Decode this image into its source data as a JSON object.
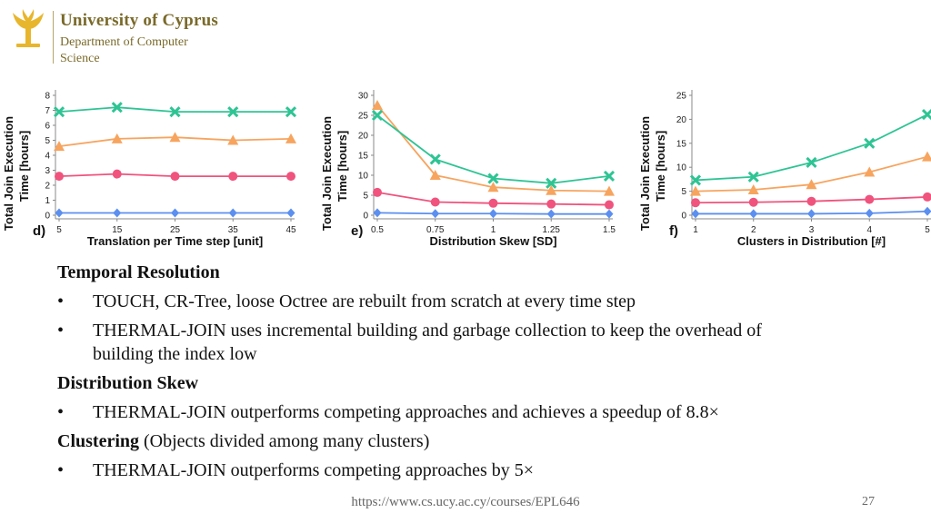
{
  "header": {
    "university": "University of Cyprus",
    "department_line1": "Department of Computer",
    "department_line2": "Science",
    "brand_color": "#7a6a2a",
    "logo_icon": "ucy-logo-icon"
  },
  "series_colors": [
    "#2ec494",
    "#f7a45f",
    "#f0537d",
    "#5b8ff0"
  ],
  "series_markers": [
    "x",
    "triangle",
    "circle",
    "diamond"
  ],
  "chart_data": [
    {
      "type": "line",
      "panel": "d)",
      "xlabel": "Translation per Time step [unit]",
      "ylabel_line1": "Total Join Execution",
      "ylabel_line2": "Time [hours]",
      "x": [
        5,
        15,
        25,
        35,
        45
      ],
      "x_ticks": [
        "5",
        "15",
        "25",
        "35",
        "45"
      ],
      "ylim": [
        0,
        8
      ],
      "y_ticks": [
        "0",
        "1",
        "2",
        "3",
        "4",
        "5",
        "6",
        "7",
        "8"
      ],
      "series": [
        {
          "values": [
            6.9,
            7.2,
            6.9,
            6.9,
            6.9
          ]
        },
        {
          "values": [
            4.6,
            5.1,
            5.2,
            5.0,
            5.1
          ]
        },
        {
          "values": [
            2.6,
            2.75,
            2.6,
            2.6,
            2.6
          ]
        },
        {
          "values": [
            0.15,
            0.15,
            0.15,
            0.15,
            0.15
          ]
        }
      ]
    },
    {
      "type": "line",
      "panel": "e)",
      "xlabel": "Distribution Skew [SD]",
      "ylabel_line1": "Total Join Execution",
      "ylabel_line2": "Time [hours]",
      "x": [
        0.5,
        0.75,
        1,
        1.25,
        1.5
      ],
      "x_ticks": [
        "0.5",
        "0.75",
        "1",
        "1.25",
        "1.5"
      ],
      "ylim": [
        0,
        30
      ],
      "y_ticks": [
        "0",
        "5",
        "10",
        "15",
        "20",
        "25",
        "30"
      ],
      "series": [
        {
          "values": [
            25,
            14,
            9.2,
            8.0,
            9.8
          ]
        },
        {
          "values": [
            27.5,
            10,
            7.0,
            6.2,
            6.0
          ]
        },
        {
          "values": [
            5.7,
            3.3,
            3.0,
            2.8,
            2.6
          ]
        },
        {
          "values": [
            0.6,
            0.4,
            0.4,
            0.3,
            0.3
          ]
        }
      ]
    },
    {
      "type": "line",
      "panel": "f)",
      "xlabel": "Clusters in Distribution [#]",
      "ylabel_line1": "Total Join Execution",
      "ylabel_line2": "Time [hours]",
      "x": [
        1,
        2,
        3,
        4,
        5
      ],
      "x_ticks": [
        "1",
        "2",
        "3",
        "4",
        "5"
      ],
      "ylim": [
        0,
        25
      ],
      "y_ticks": [
        "0",
        "5",
        "10",
        "15",
        "20",
        "25"
      ],
      "series": [
        {
          "values": [
            7.3,
            8.0,
            11.0,
            15.0,
            21.0
          ]
        },
        {
          "values": [
            5.0,
            5.3,
            6.4,
            9.0,
            12.2
          ]
        },
        {
          "values": [
            2.6,
            2.7,
            2.9,
            3.3,
            3.8
          ]
        },
        {
          "values": [
            0.3,
            0.3,
            0.3,
            0.4,
            0.8
          ]
        }
      ]
    }
  ],
  "content": {
    "h1": "Temporal Resolution",
    "b1": "TOUCH, CR-Tree, loose Octree are rebuilt from scratch at every time step",
    "b2_line1": "THERMAL-JOIN uses incremental building and garbage collection to keep the overhead of",
    "b2_line2": "building the index low",
    "h2": "Distribution Skew",
    "b3": "THERMAL-JOIN outperforms competing approaches and achieves a speedup of 8.8×",
    "h3_bold": "Clustering",
    "h3_rest": " (Objects divided among many clusters)",
    "b4": "THERMAL-JOIN outperforms competing approaches by 5×",
    "bullet": "•"
  },
  "footer": {
    "url": "https://www.cs.ucy.ac.cy/courses/EPL646",
    "page": "27"
  }
}
